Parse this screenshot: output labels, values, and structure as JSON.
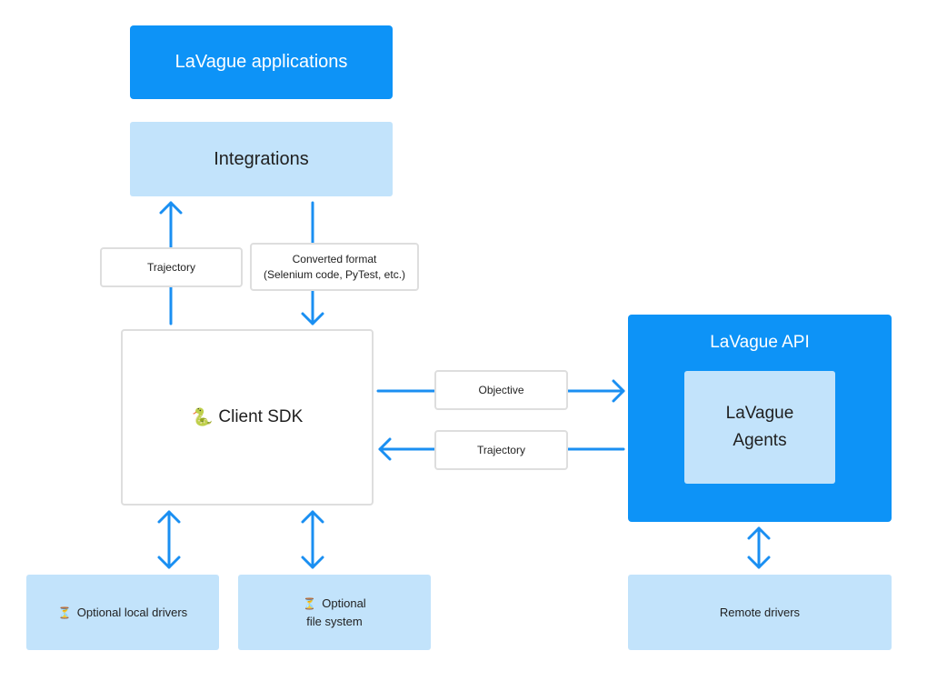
{
  "nodes": {
    "applications": "LaVague applications",
    "integrations": "Integrations",
    "client_sdk": {
      "icon": "🐍",
      "label": "Client SDK"
    },
    "api": "LaVague API",
    "agents": {
      "line1": "LaVague",
      "line2": "Agents"
    },
    "local_drivers": {
      "icon": "⏳",
      "label": "Optional local drivers"
    },
    "file_system": {
      "icon": "⏳",
      "line1": "Optional",
      "line2": "file system"
    },
    "remote_drivers": "Remote drivers"
  },
  "edges": {
    "trajectory_up": "Trajectory",
    "converted": {
      "line1": "Converted format",
      "line2": "(Selenium code, PyTest, etc.)"
    },
    "objective": "Objective",
    "trajectory_back": "Trajectory"
  },
  "colors": {
    "primary": "#0d93f7",
    "light": "#c2e3fb",
    "border": "#dedede",
    "arrow": "#1a8ff2"
  }
}
